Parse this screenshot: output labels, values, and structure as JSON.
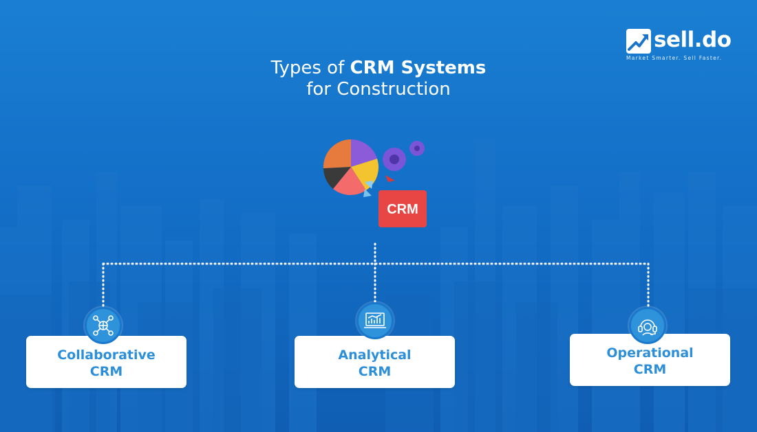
{
  "title": {
    "prefix": "Types of ",
    "bold": "CRM Systems",
    "line2": "for Construction"
  },
  "logo": {
    "wordmark": "sell.do",
    "tagline": "Market Smarter. Sell Faster."
  },
  "hero": {
    "icon": "crm-analytics-illustration",
    "badge_text": "CRM"
  },
  "types": [
    {
      "line1": "Collaborative",
      "line2": "CRM",
      "icon": "network-people-icon"
    },
    {
      "line1": "Analytical",
      "line2": "CRM",
      "icon": "laptop-chart-icon"
    },
    {
      "line1": "Operational",
      "line2": "CRM",
      "icon": "headset-support-icon"
    }
  ],
  "colors": {
    "background": "#136fc7",
    "card_text": "#2d8fd8",
    "badge": "#2f93dc"
  }
}
